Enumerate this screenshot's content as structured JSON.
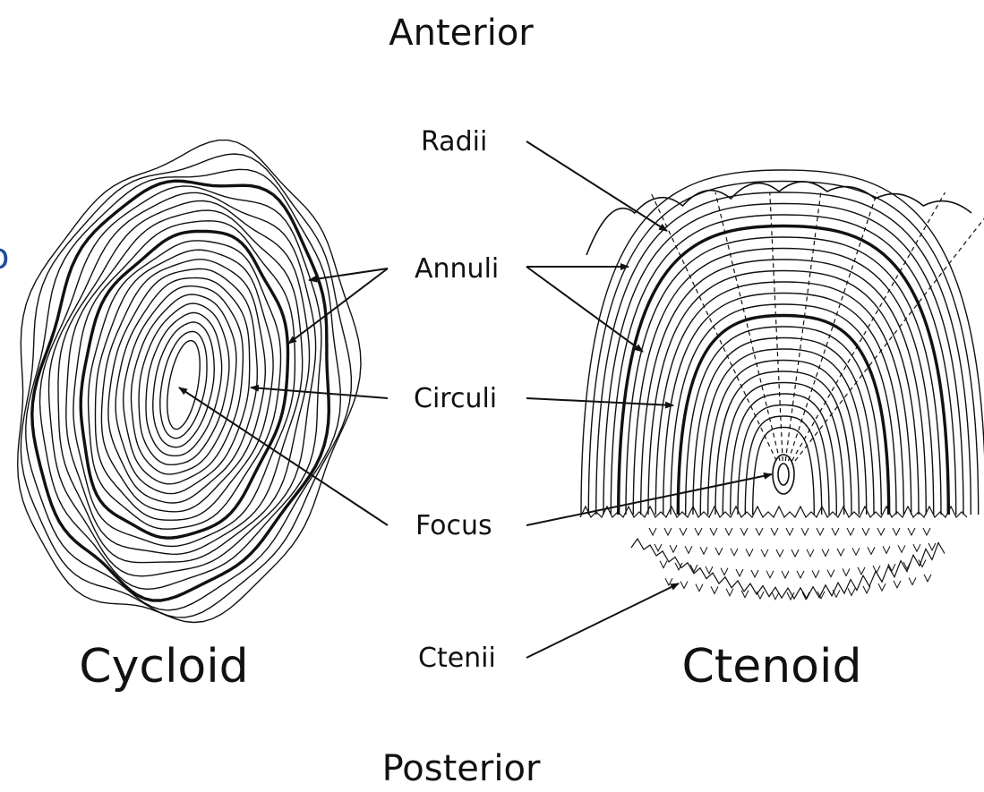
{
  "directions": {
    "top": "Anterior",
    "bottom": "Posterior"
  },
  "scales": {
    "left": "Cycloid",
    "right": "Ctenoid"
  },
  "parts": {
    "radii": "Radii",
    "annuli": "Annuli",
    "circuli": "Circuli",
    "focus": "Focus",
    "ctenii": "Ctenii"
  },
  "edge_fragment": "o",
  "colors": {
    "ink": "#111111",
    "accent": "#1f4e9c",
    "background": "#ffffff"
  }
}
